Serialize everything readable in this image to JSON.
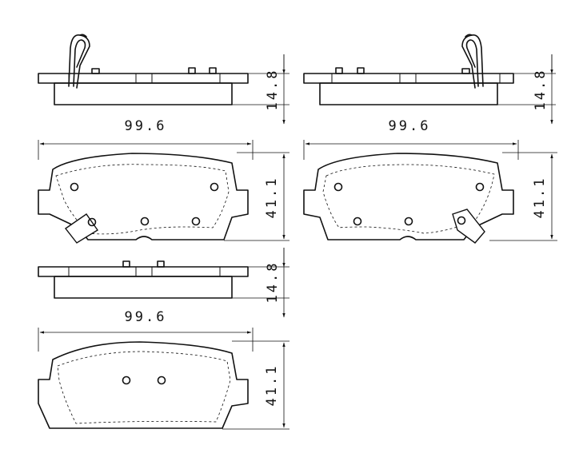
{
  "views": {
    "pad_a": {
      "thickness_label": "14.8",
      "width_label": "99.6",
      "height_label": "41.1"
    },
    "pad_b": {
      "thickness_label": "14.8",
      "width_label": "99.6",
      "height_label": "41.1"
    },
    "pad_c": {
      "thickness_label": "14.8",
      "width_label": "99.6",
      "height_label": "41.1"
    }
  },
  "colors": {
    "line": "#111111",
    "background": "#ffffff"
  }
}
